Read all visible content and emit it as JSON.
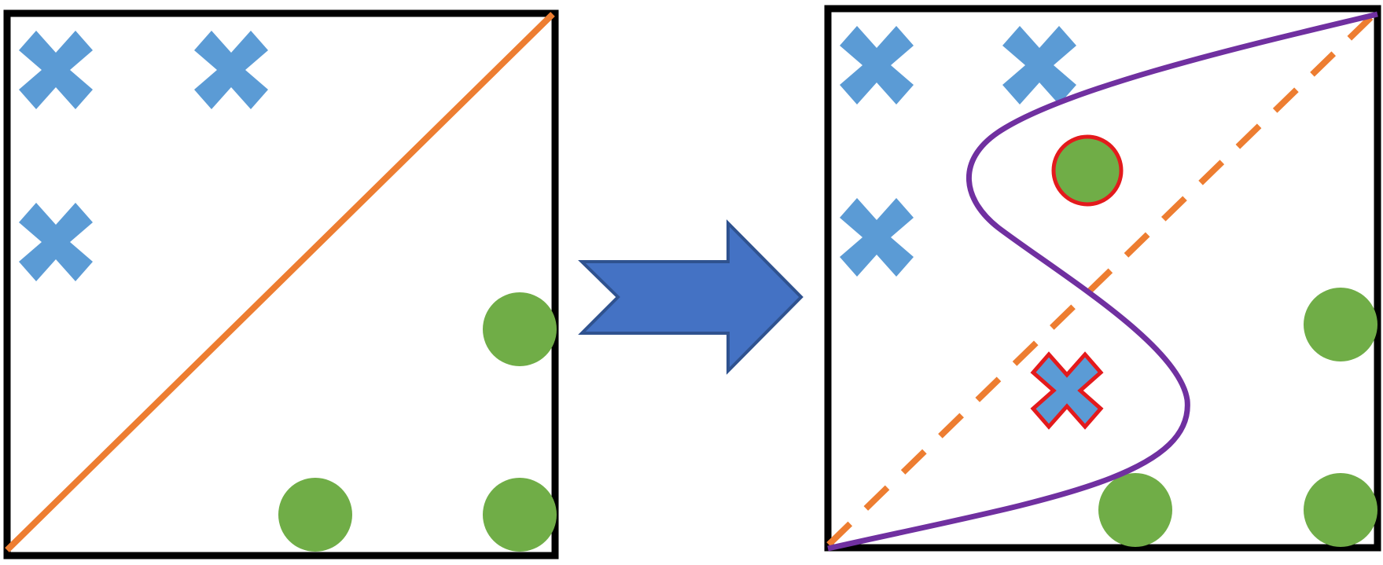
{
  "colors": {
    "frame": "#000000",
    "cross_fill": "#5b9bd5",
    "circle_fill": "#70ad47",
    "linear_boundary": "#ed7d31",
    "nonlinear_boundary": "#7030a0",
    "highlight": "#e31a1c",
    "arrow_fill": "#4472c4",
    "arrow_stroke": "#2f528f",
    "background": "#ffffff"
  },
  "shapes": {
    "class_a": "cross-marker",
    "class_b": "circle-marker",
    "transition": "right-arrow"
  },
  "left_panel": {
    "boundary_style": "solid-diagonal",
    "class_a_count": 3,
    "class_b_count": 3
  },
  "right_panel": {
    "linear_boundary_style": "dashed-diagonal",
    "nonlinear_boundary_style": "s-curve",
    "class_a_count": 4,
    "class_b_count": 4,
    "highlighted_count": 2
  }
}
